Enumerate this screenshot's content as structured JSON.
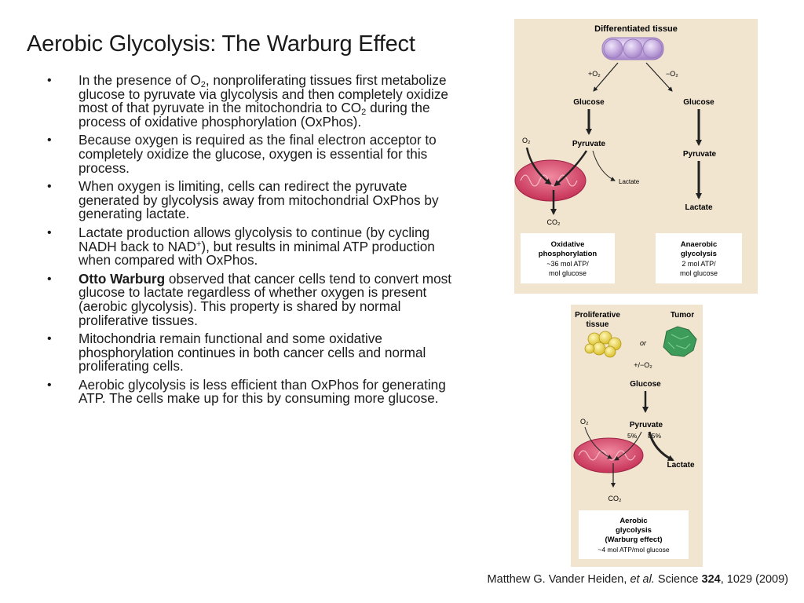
{
  "title": "Aerobic Glycolysis: The Warburg Effect",
  "bullets": [
    {
      "pre": "In the presence of O",
      "sub": "2",
      "post": ", nonproliferating tissues first metabolize glucose to pyruvate via glycolysis and then completely oxidize most of that pyruvate in the mitochondria to CO",
      "sub2": "2",
      "post2": " during the process of oxidative phosphorylation (OxPhos)."
    },
    {
      "text": "Because oxygen is required as the final electron acceptor to completely oxidize the glucose, oxygen is essential for this process."
    },
    {
      "text": "When oxygen is limiting, cells can redirect the pyruvate generated by glycolysis away from mitochondrial OxPhos by generating lactate."
    },
    {
      "pre": "Lactate production allows glycolysis to continue (by cycling NADH back to NAD",
      "sup": "+",
      "post": "), but results in minimal ATP production when compared with OxPhos."
    },
    {
      "bold": "Otto Warburg",
      "post": " observed that cancer cells tend to convert most glucose to lactate regardless of whether oxygen is present (aerobic glycolysis). This property is shared by normal proliferative tissues."
    },
    {
      "text": "Mitochondria remain functional and some oxidative phosphorylation continues in both cancer cells and normal proliferating cells."
    },
    {
      "text": "Aerobic glycolysis is less efficient than OxPhos for generating ATP. The cells make up for this by consuming more glucose."
    }
  ],
  "diagram_top": {
    "header": "Differentiated tissue",
    "plus_o2": "+O₂",
    "minus_o2": "−O₂",
    "glucose_left": "Glucose",
    "glucose_right": "Glucose",
    "o2": "O₂",
    "pyruvate_left": "Pyruvate",
    "pyruvate_right": "Pyruvate",
    "lactate_small": "Lactate",
    "lactate_right": "Lactate",
    "co2": "CO₂",
    "box_left": [
      "Oxidative",
      "phosphorylation",
      "~36 mol ATP/",
      "mol glucose"
    ],
    "box_right": [
      "Anaerobic",
      "glycolysis",
      "2 mol ATP/",
      "mol glucose"
    ]
  },
  "diagram_bottom": {
    "header_left": [
      "Proliferative",
      "tissue"
    ],
    "header_right": "Tumor",
    "or": "or",
    "plus_minus_o2": "+/−O₂",
    "glucose": "Glucose",
    "o2": "O₂",
    "pyruvate": "Pyruvate",
    "pct_left": "5%",
    "pct_right": "85%",
    "lactate": "Lactate",
    "co2": "CO₂",
    "box": [
      "Aerobic",
      "glycolysis",
      "(Warburg effect)",
      "~4 mol ATP/mol glucose"
    ]
  },
  "citation": {
    "authors": "Matthew G. Vander Heiden, ",
    "etal": "et al.",
    "journal": " Science ",
    "volume": "324",
    "rest": ", 1029 (2009)"
  },
  "colors": {
    "panel": "#f1e5cf",
    "cell_purple": "#c2a6dc",
    "mito_red": "#d24566",
    "prolif_yellow": "#ecd64a",
    "tumor_green": "#3e9c5a"
  }
}
